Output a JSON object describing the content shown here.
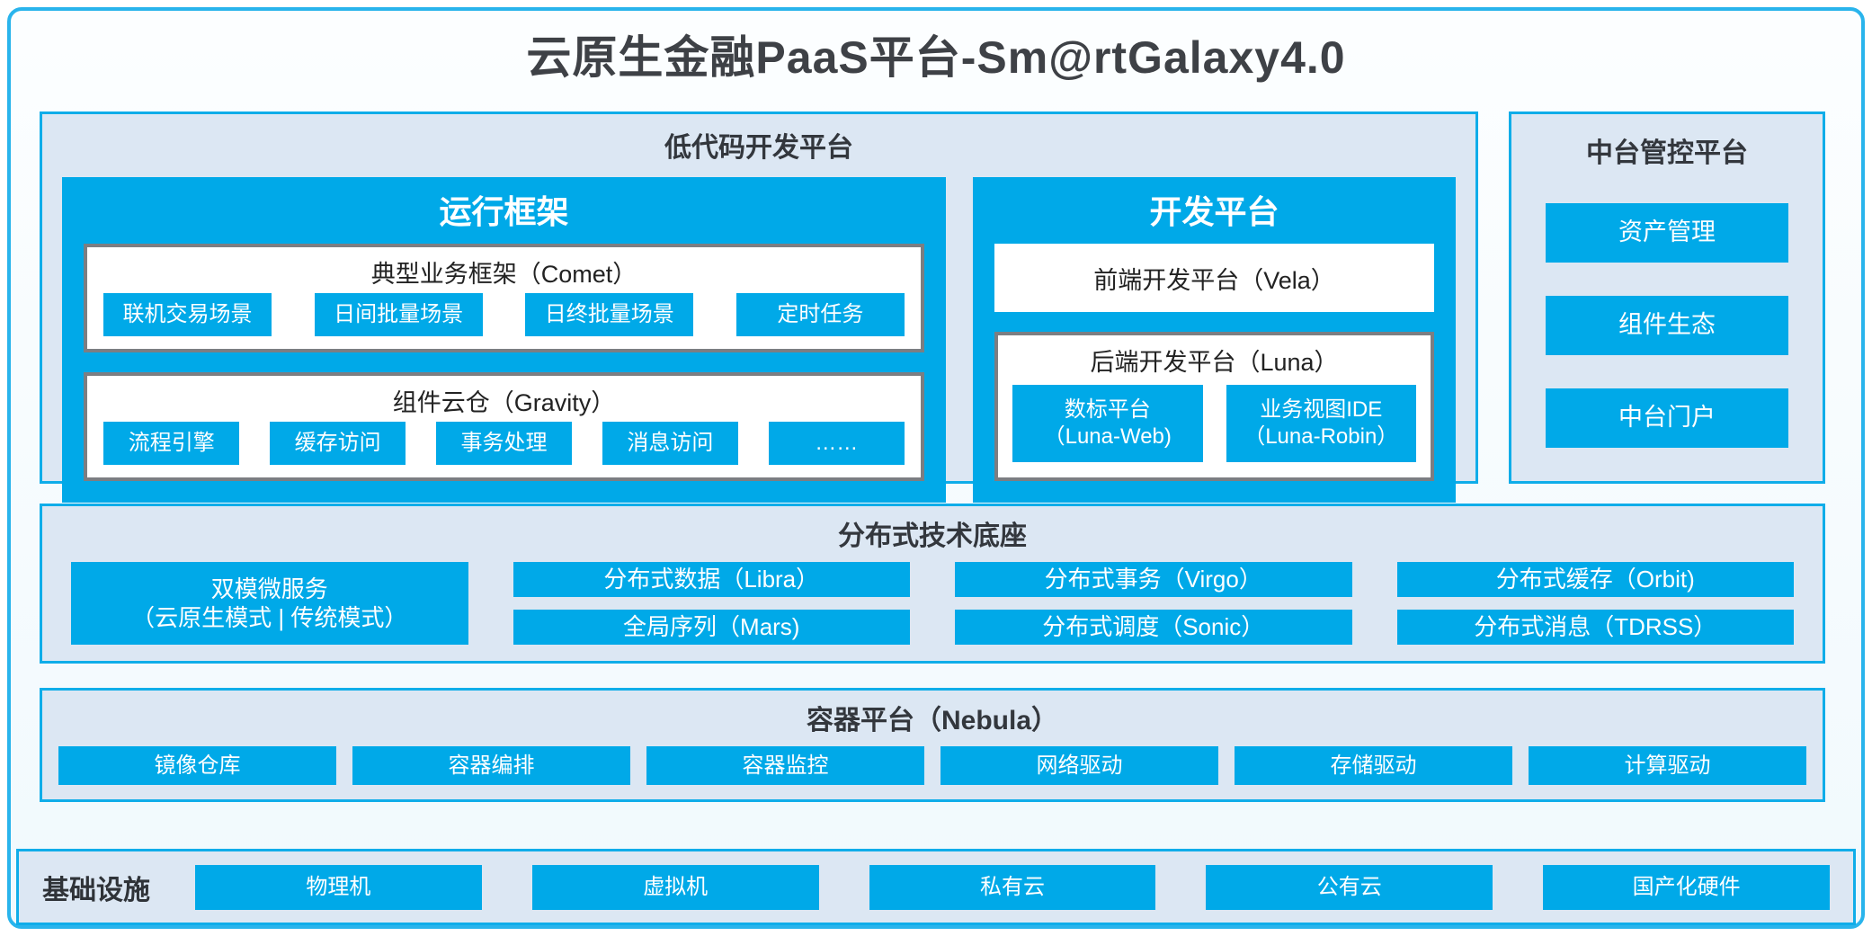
{
  "title": "云原生金融PaaS平台-Sm@rtGalaxy4.0",
  "colors": {
    "accent_blue": "#00a9e8",
    "frame_border": "#29b4ec",
    "panel_border": "#0fade9",
    "panel_bg": "#dce7f3",
    "gray_box_border": "#7c7e82",
    "dark_text": "#3e4146"
  },
  "low_code": {
    "title": "低代码开发平台",
    "runtime": {
      "title": "运行框架",
      "comet": {
        "title": "典型业务框架（Comet）",
        "items": [
          "联机交易场景",
          "日间批量场景",
          "日终批量场景",
          "定时任务"
        ]
      },
      "gravity": {
        "title": "组件云仓（Gravity）",
        "items": [
          "流程引擎",
          "缓存访问",
          "事务处理",
          "消息访问",
          "……"
        ]
      }
    },
    "dev": {
      "title": "开发平台",
      "vela": "前端开发平台（Vela）",
      "luna": {
        "title": "后端开发平台（Luna）",
        "items": [
          {
            "line1": "数标平台",
            "line2": "（Luna-Web)"
          },
          {
            "line1": "业务视图IDE",
            "line2": "（Luna-Robin）"
          }
        ]
      }
    }
  },
  "midplatform": {
    "title": "中台管控平台",
    "items": [
      "资产管理",
      "组件生态",
      "中台门户"
    ]
  },
  "distributed": {
    "title": "分布式技术底座",
    "dual_mode": {
      "line1": "双模微服务",
      "line2": "（云原生模式 | 传统模式）"
    },
    "items": [
      "分布式数据（Libra）",
      "分布式事务（Virgo）",
      "分布式缓存（Orbit)",
      "全局序列（Mars)",
      "分布式调度（Sonic）",
      "分布式消息（TDRSS）"
    ]
  },
  "container_platform": {
    "title": "容器平台（Nebula）",
    "items": [
      "镜像仓库",
      "容器编排",
      "容器监控",
      "网络驱动",
      "存储驱动",
      "计算驱动"
    ]
  },
  "infrastructure": {
    "label": "基础设施",
    "items": [
      "物理机",
      "虚拟机",
      "私有云",
      "公有云",
      "国产化硬件"
    ]
  }
}
